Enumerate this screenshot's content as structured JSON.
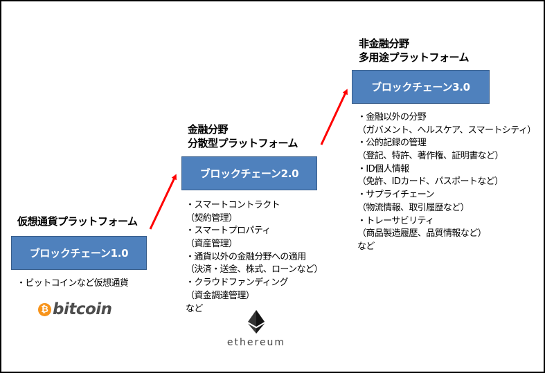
{
  "stages": [
    {
      "title_lines": [
        "仮想通貨プラットフォーム"
      ],
      "box_label": "ブロックチェーン1.0",
      "items": [
        "・ビットコインなど仮想通貨"
      ],
      "logo": {
        "name": "bitcoin",
        "symbol": "₿",
        "text": "bitcoin"
      }
    },
    {
      "title_lines": [
        "金融分野",
        "分散型プラットフォーム"
      ],
      "box_label": "ブロックチェーン2.0",
      "items": [
        "・スマートコントラクト",
        "（契約管理）",
        "・スマートプロパティ",
        "（資産管理）",
        "・通貨以外の金融分野への適用",
        "（決済・送金、株式、ローンなど）",
        "・クラウドファンディング",
        "（資金調達管理）",
        "など"
      ],
      "logo": {
        "name": "ethereum",
        "text": "ethereum"
      }
    },
    {
      "title_lines": [
        "非金融分野",
        "多用途プラットフォーム"
      ],
      "box_label": "ブロックチェーン3.0",
      "items": [
        "・金融以外の分野",
        "（ガバメント、ヘルスケア、スマートシティ）",
        "・公的記録の管理",
        "（登記、特許、著作権、証明書など）",
        "・ID個人情報",
        "（免許、IDカード、パスポートなど）",
        "・サプライチェーン",
        "（物流情報、取引履歴など）",
        "・トレーサビリティ",
        "（商品製造履歴、品質情報など）",
        "など"
      ]
    }
  ],
  "colors": {
    "box": "#4f81bd",
    "box_border": "#385d8a",
    "arrow": "#ff0000",
    "bitcoin": "#f7931a"
  }
}
